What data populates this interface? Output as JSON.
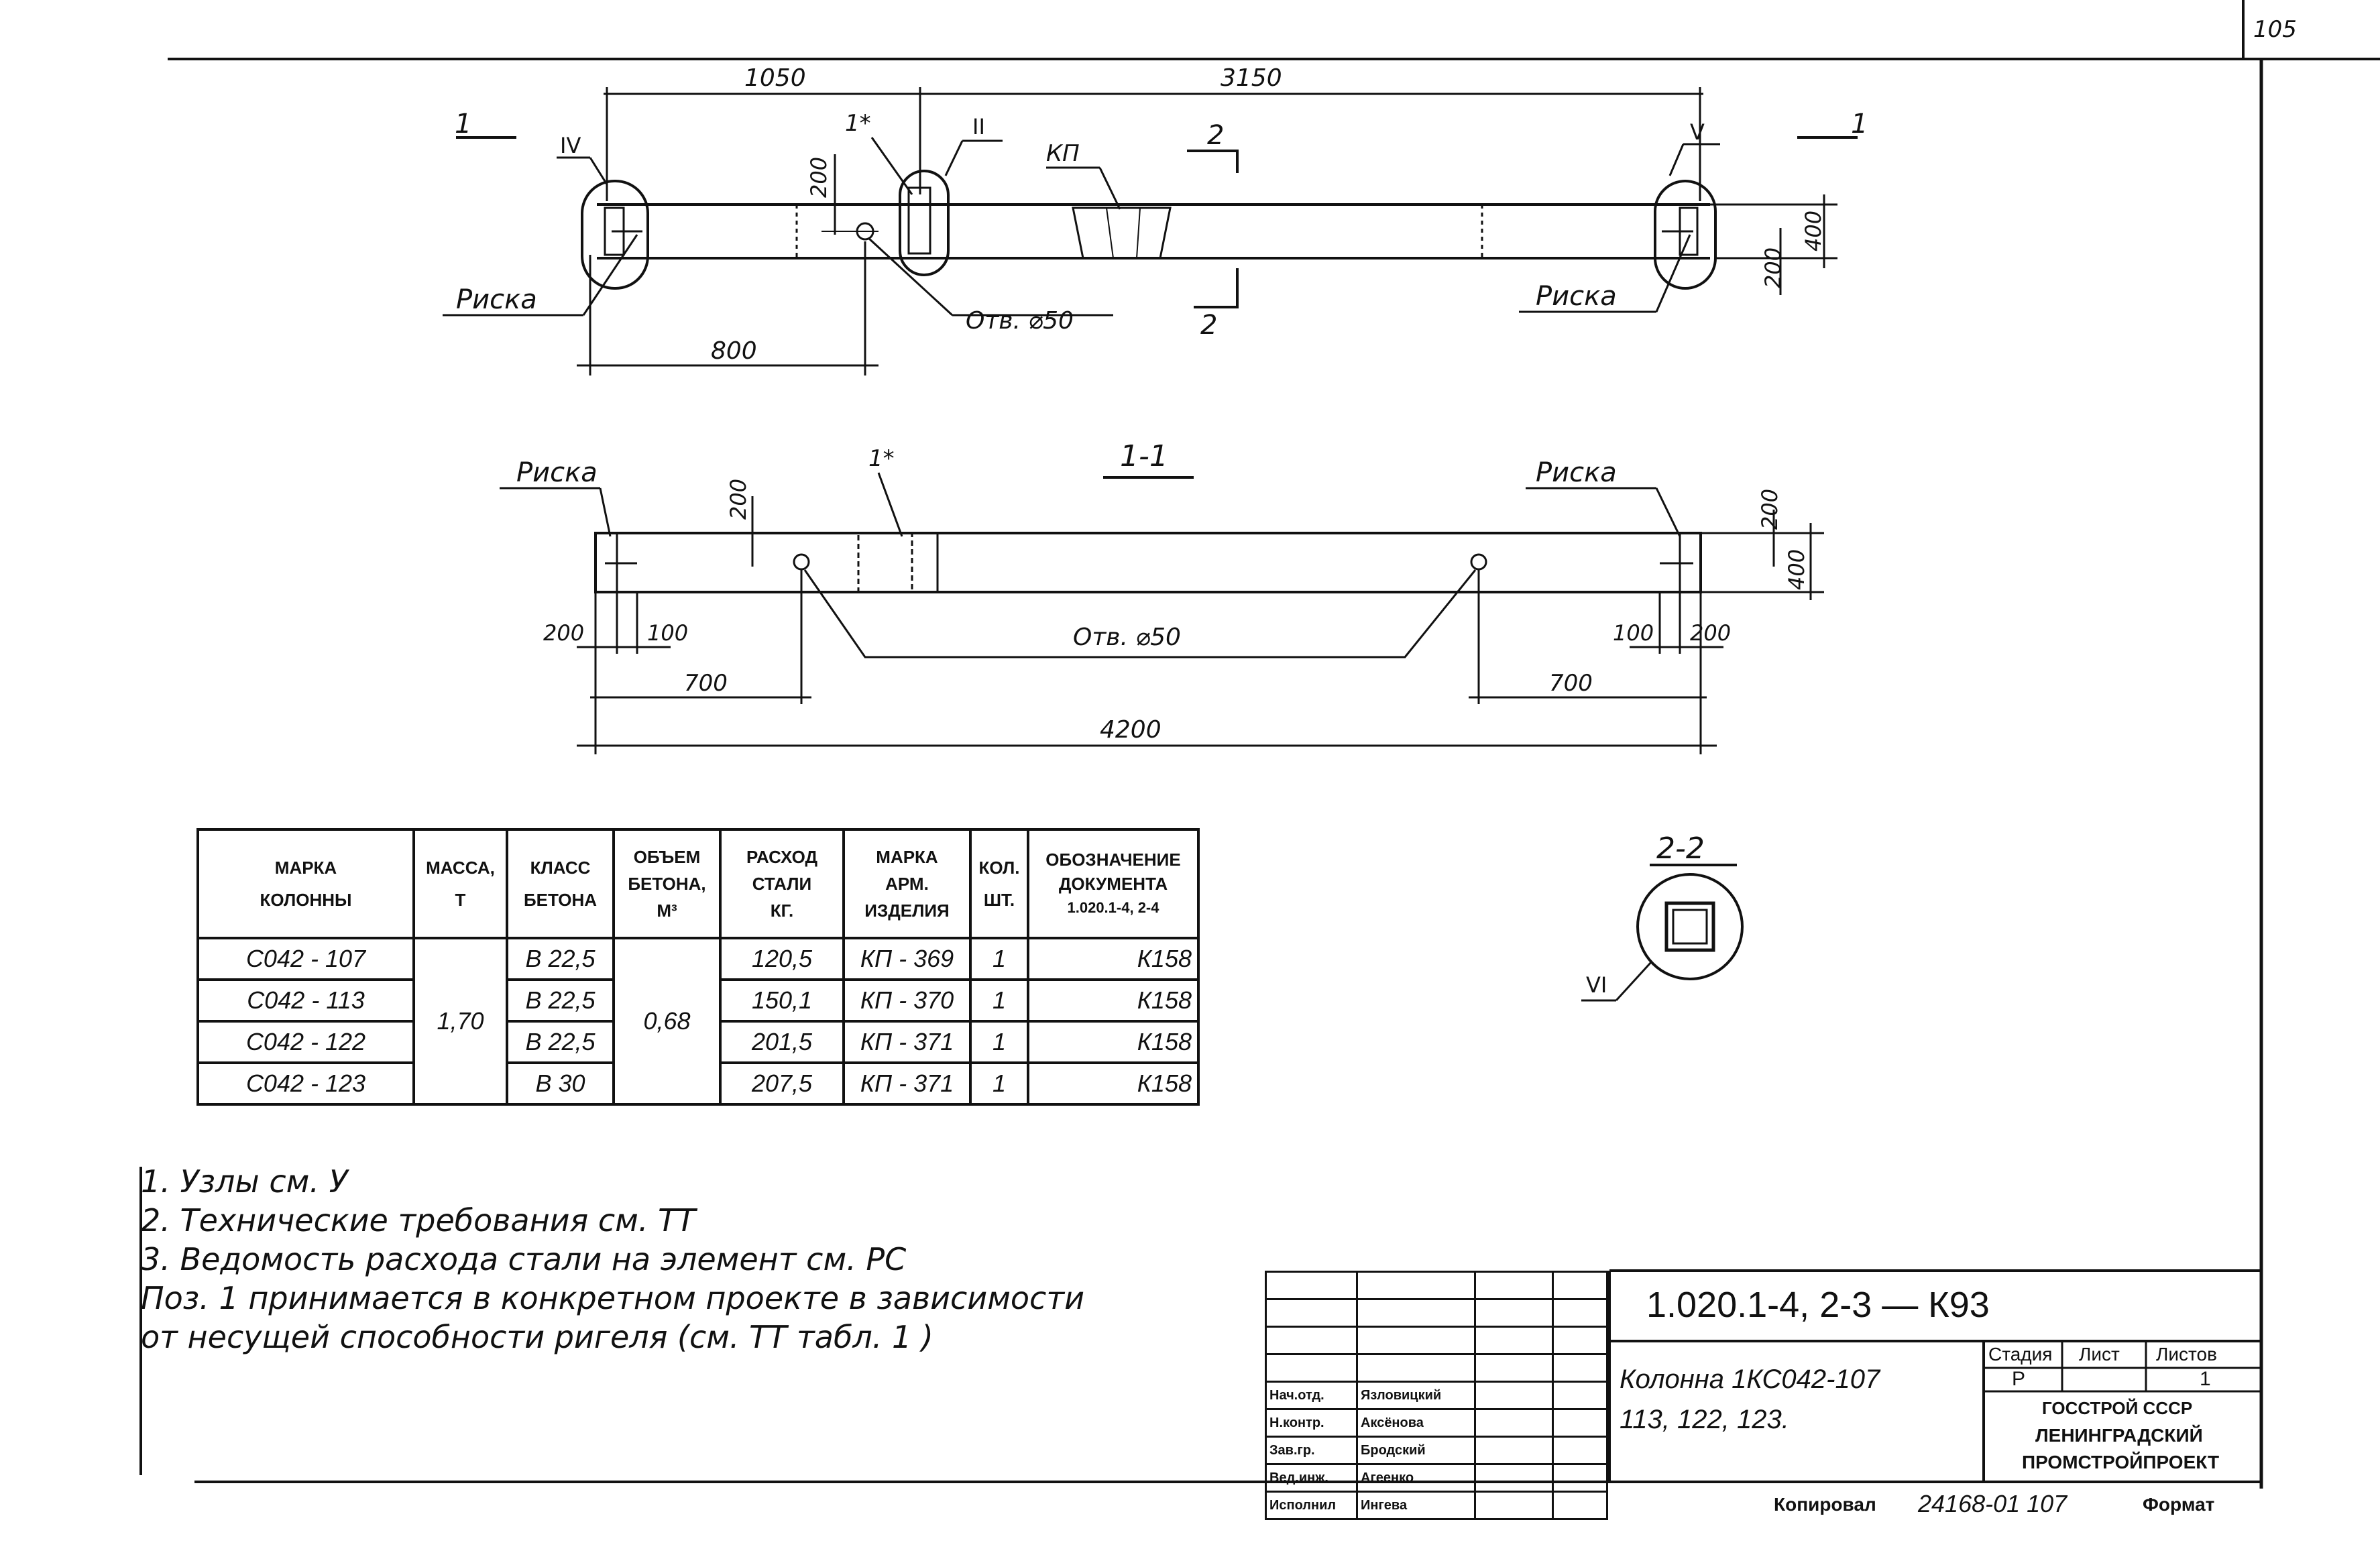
{
  "drawing": {
    "sheet_number": "105",
    "plan": {
      "dim_1050": "1050",
      "dim_3150": "3150",
      "dim_800": "800",
      "dim_200": "200",
      "dim_400": "400",
      "dim_200_right": "200",
      "section_1": "1",
      "section_2": "2",
      "node_IV": "IV",
      "node_II": "II",
      "node_V": "V",
      "label_kp": "КП",
      "label_pos1": "1*",
      "label_hole": "Отв. ⌀50",
      "label_riska_left": "Риска",
      "label_riska_right": "Риска"
    },
    "section_1_1": {
      "title": "1-1",
      "label_riska_left": "Риска",
      "label_riska_right": "Риска",
      "label_pos1": "1*",
      "dim_200_top": "200",
      "dim_200_right": "200",
      "dim_400": "400",
      "dim_200_left": "200",
      "dim_100_left": "100",
      "dim_700_left": "700",
      "dim_700_right": "700",
      "dim_100_right": "100",
      "dim_200_r": "200",
      "dim_4200": "4200",
      "label_hole": "Отв. ⌀50"
    },
    "section_2_2": {
      "title": "2-2",
      "node_VI": "VI"
    }
  },
  "table": {
    "headers": {
      "mark_line1": "МАРКА",
      "mark_line2": "КОЛОННЫ",
      "mass_line1": "МАССА,",
      "mass_line2": "Т",
      "class_line1": "КЛАСС",
      "class_line2": "БЕТОНА",
      "volume_line1": "ОБЪЕМ",
      "volume_line2": "БЕТОНА,",
      "volume_line3": "М³",
      "steel_line1": "РАСХОД",
      "steel_line2": "СТАЛИ",
      "steel_line3": "КГ.",
      "arm_line1": "МАРКА",
      "arm_line2": "АРМ.",
      "arm_line3": "ИЗДЕЛИЯ",
      "qty_line1": "КОЛ.",
      "qty_line2": "ШТ.",
      "doc_line1": "ОБОЗНАЧЕНИЕ",
      "doc_line2": "ДОКУМЕНТА",
      "doc_line3": "1.020.1-4, 2-4"
    },
    "mass": "1,70",
    "volume": "0,68",
    "rows": [
      {
        "mark": "С042 - 107",
        "class": "В 22,5",
        "steel": "120,5",
        "arm": "КП - 369",
        "qty": "1",
        "doc": "К158"
      },
      {
        "mark": "С042 - 113",
        "class": "В 22,5",
        "steel": "150,1",
        "arm": "КП - 370",
        "qty": "1",
        "doc": "К158"
      },
      {
        "mark": "С042 - 122",
        "class": "В 22,5",
        "steel": "201,5",
        "arm": "КП - 371",
        "qty": "1",
        "doc": "К158"
      },
      {
        "mark": "С042 - 123",
        "class": "В 30",
        "steel": "207,5",
        "arm": "КП - 371",
        "qty": "1",
        "doc": "К158"
      }
    ]
  },
  "notes": [
    "1. Узлы см. У",
    "2. Технические требования см. ТТ",
    "3. Ведомость расхода стали на элемент см. РС",
    "Поз. 1 принимается в конкретном проекте в зависимости",
    "от несущей способности ригеля (см. ТТ табл. 1 )"
  ],
  "title_block": {
    "code": "1.020.1-4,   2-3   —   К93",
    "name_line1": "Колонна 1КС042-107",
    "name_line2": "113, 122, 123.",
    "stage_label": "Стадия",
    "sheet_label": "Лист",
    "sheets_label": "Листов",
    "stage": "Р",
    "sheet": "",
    "sheets": "1",
    "org_line1": "ГОССТРОЙ СССР",
    "org_line2": "ЛЕНИНГРАДСКИЙ",
    "org_line3": "ПРОМСТРОЙПРОЕКТ",
    "roles": [
      {
        "role": "Нач.отд.",
        "name": "Язловицкий"
      },
      {
        "role": "Н.контр.",
        "name": "Аксёнова"
      },
      {
        "role": "Зав.гр.",
        "name": "Бродский"
      },
      {
        "role": "Вед.инж.",
        "name": "Агеенко"
      },
      {
        "role": "Исполнил",
        "name": "Ингева"
      }
    ]
  },
  "footer": {
    "copied_label": "Копировал",
    "inventory": "24168-01  107",
    "format_label": "Формат"
  }
}
